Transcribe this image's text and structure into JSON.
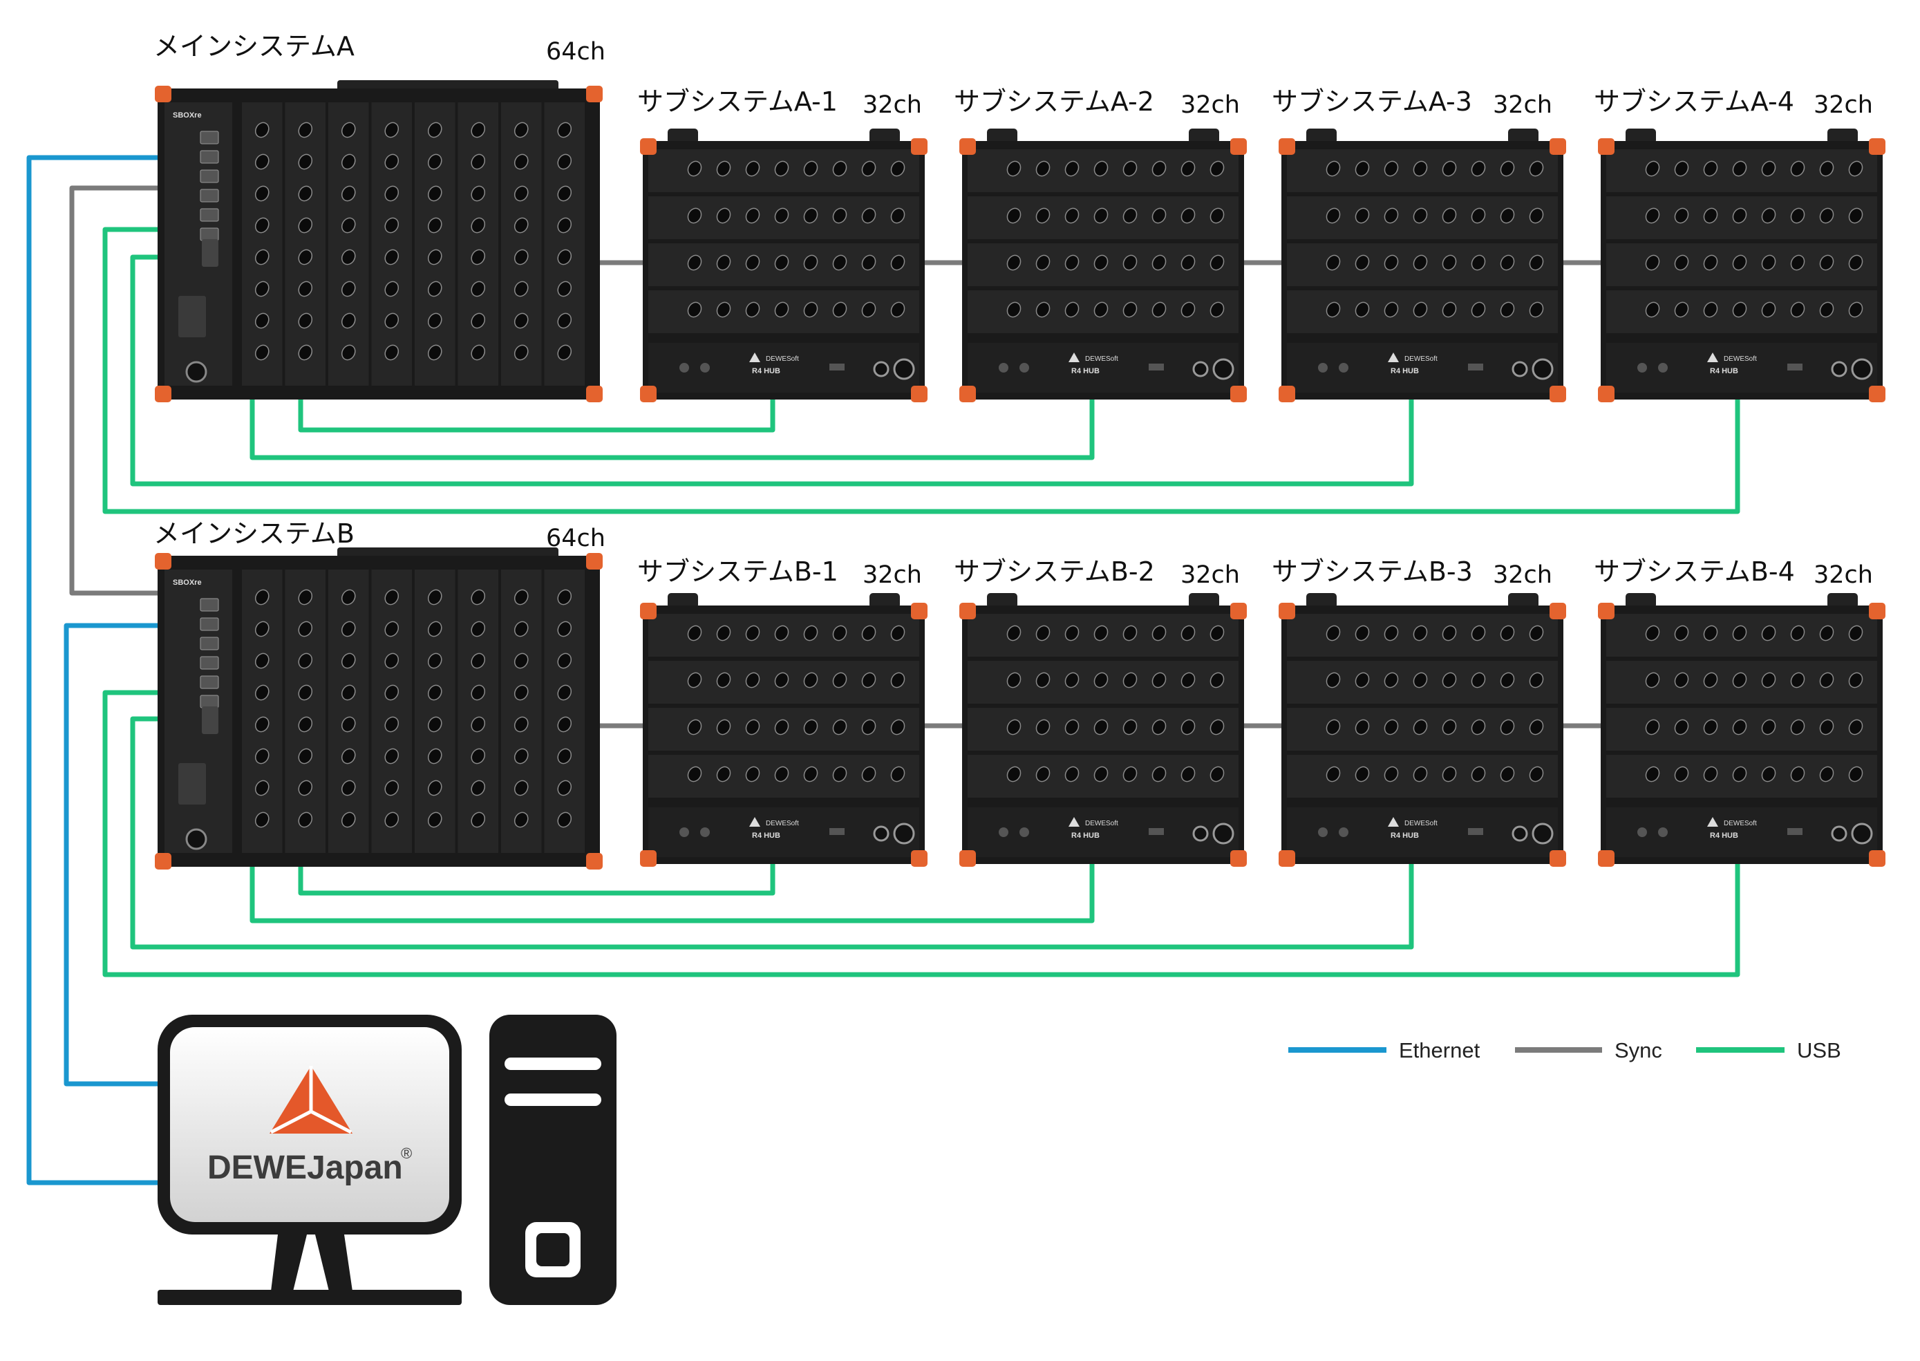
{
  "main_systems": [
    {
      "id": "A",
      "name": "メインシステムA",
      "channels": "64ch",
      "subsystems": [
        {
          "name": "サブシステムA-1",
          "channels": "32ch"
        },
        {
          "name": "サブシステムA-2",
          "channels": "32ch"
        },
        {
          "name": "サブシステムA-3",
          "channels": "32ch"
        },
        {
          "name": "サブシステムA-4",
          "channels": "32ch"
        }
      ]
    },
    {
      "id": "B",
      "name": "メインシステムB",
      "channels": "64ch",
      "subsystems": [
        {
          "name": "サブシステムB-1",
          "channels": "32ch"
        },
        {
          "name": "サブシステムB-2",
          "channels": "32ch"
        },
        {
          "name": "サブシステムB-3",
          "channels": "32ch"
        },
        {
          "name": "サブシステムB-4",
          "channels": "32ch"
        }
      ]
    }
  ],
  "device_text": {
    "main_model": "SBOXre",
    "hub_label": "R4 HUB",
    "hub_brand": "DEWESoft"
  },
  "computer": {
    "brand": "DEWEJapan",
    "registered": "®"
  },
  "legend": [
    {
      "label": "Ethernet",
      "color": "#1a97cf"
    },
    {
      "label": "Sync",
      "color": "#7b7b7b"
    },
    {
      "label": "USB",
      "color": "#1fc47d"
    }
  ],
  "colors": {
    "device": "#1a1a1a",
    "device_panel": "#262626",
    "bumper": "#e4632e",
    "logo": "#e4582a",
    "ethernet": "#1a97cf",
    "sync": "#7b7b7b",
    "usb": "#1fc47d"
  }
}
